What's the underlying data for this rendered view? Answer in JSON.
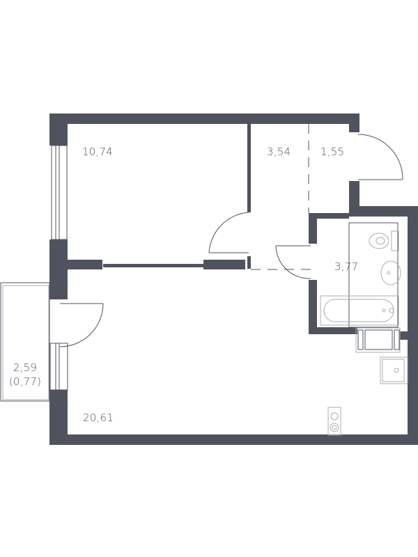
{
  "colors": {
    "wall": "#4f535e",
    "line": "#4f535e",
    "fixture": "#a9abb0",
    "background": "#ffffff",
    "label": "#4a4f5a"
  },
  "rooms": [
    {
      "id": "bedroom",
      "area": "10,74"
    },
    {
      "id": "hallway",
      "area": "3,54"
    },
    {
      "id": "entrance",
      "area": "1,55"
    },
    {
      "id": "bathroom",
      "area": "3,77"
    },
    {
      "id": "living-kitchen",
      "area": "20,61"
    },
    {
      "id": "balcony",
      "area": "2,59",
      "area_reduced": "(0,77)"
    }
  ],
  "fixtures": [
    "toilet",
    "sink",
    "bathtub",
    "washing-machine-niche",
    "kitchen-sink",
    "cooktop"
  ]
}
